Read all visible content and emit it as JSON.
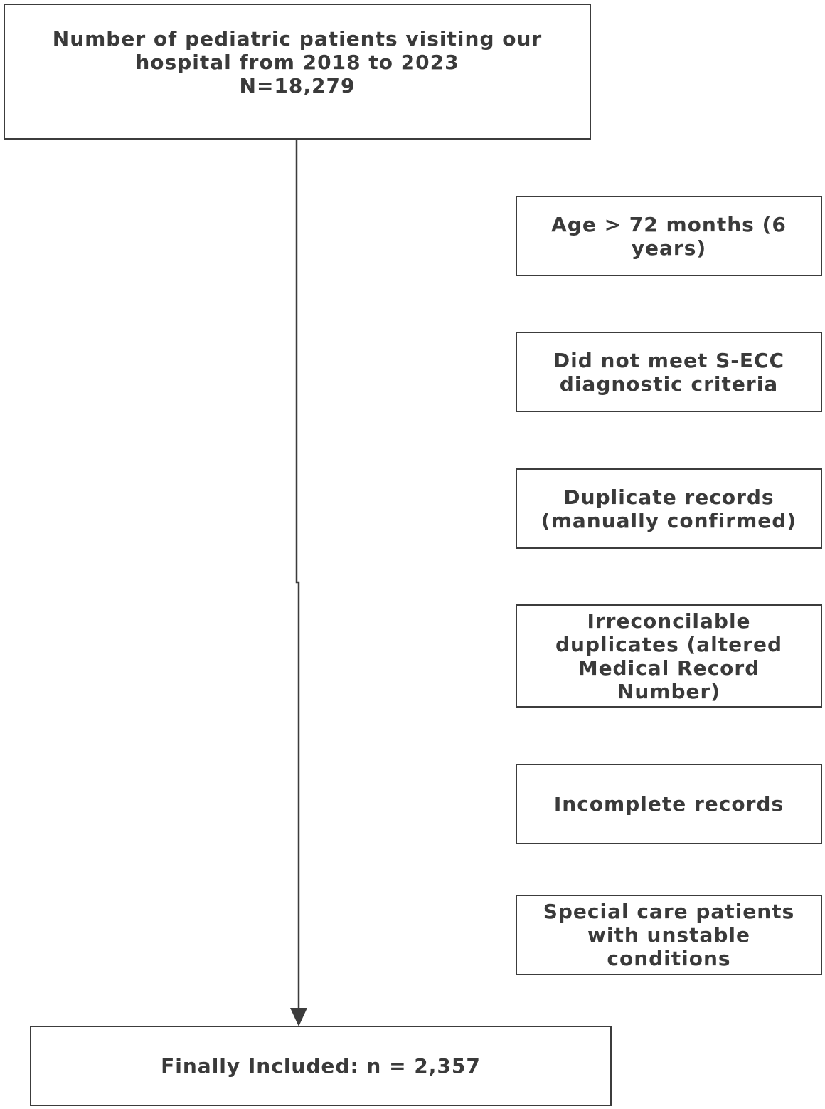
{
  "top_box": {
    "lines": [
      "Number of pediatric patients visiting our",
      "hospital from 2018 to 2023",
      "N=18,279"
    ]
  },
  "exclusions": [
    {
      "lines": [
        "Age > 72 months (6",
        "years)"
      ]
    },
    {
      "lines": [
        "Did not meet S-ECC",
        "diagnostic criteria"
      ]
    },
    {
      "lines": [
        "Duplicate records",
        "(manually confirmed)"
      ]
    },
    {
      "lines": [
        "Irreconcilable",
        "duplicates (altered",
        "Medical Record",
        "Number)"
      ]
    },
    {
      "lines": [
        "Incomplete records"
      ]
    },
    {
      "lines": [
        "Special care patients",
        "with unstable",
        "conditions"
      ]
    }
  ],
  "final_box": {
    "label": "Finally Included: n = 2,357"
  },
  "colors": {
    "line": "#3c3c3c",
    "text": "#3a3a3a"
  }
}
